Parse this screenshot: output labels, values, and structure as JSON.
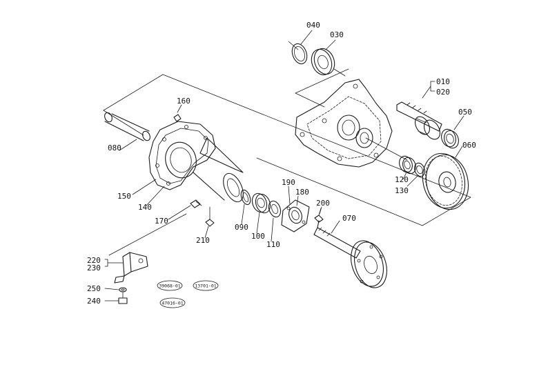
{
  "parts": {
    "p010": "010",
    "p020": "020",
    "p030": "030",
    "p040": "040",
    "p050": "050",
    "p060": "060",
    "p070": "070",
    "p080": "080",
    "p090": "090",
    "p100": "100",
    "p110": "110",
    "p120": "120",
    "p130": "130",
    "p140": "140",
    "p150": "150",
    "p160": "160",
    "p170": "170",
    "p180": "180",
    "p190": "190",
    "p200": "200",
    "p210": "210",
    "p220": "220",
    "p230": "230",
    "p240": "240",
    "p250": "250"
  },
  "serial_tags": {
    "tag1": "39068-01",
    "tag2": "13701-01",
    "tag3": "47016-01"
  }
}
